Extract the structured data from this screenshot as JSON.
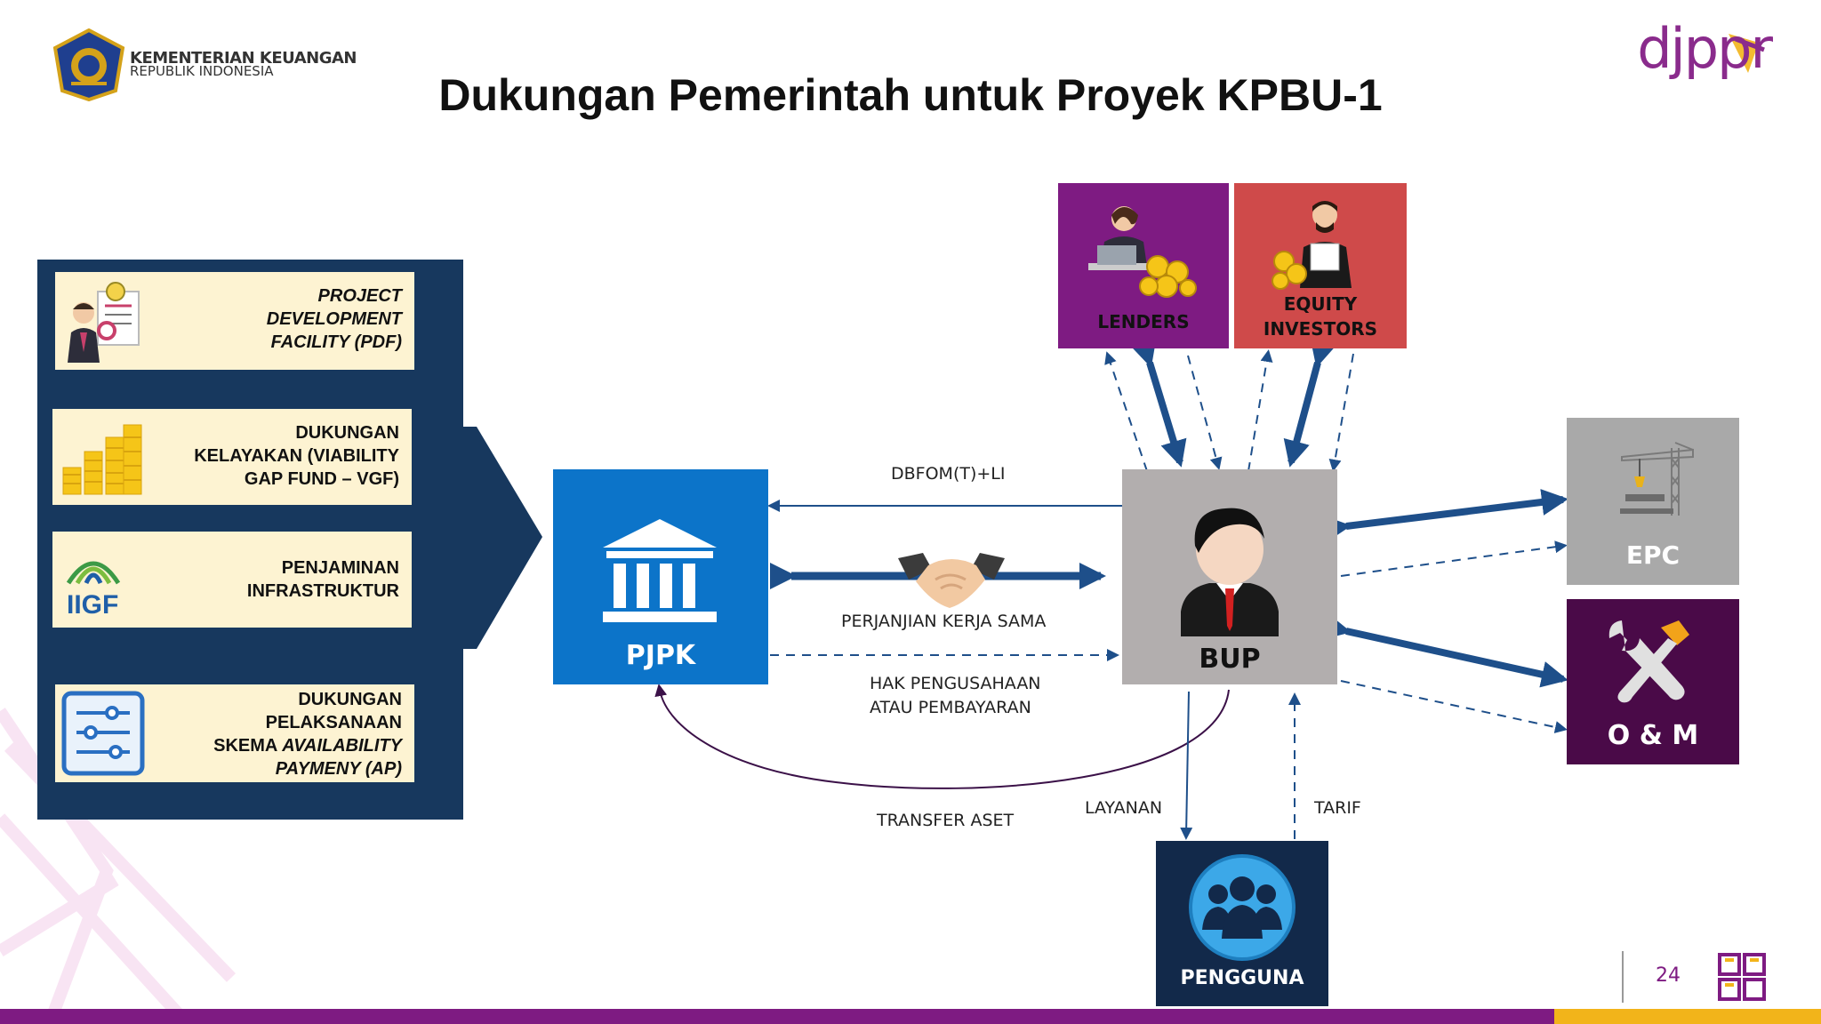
{
  "header": {
    "title": "Dukungan Pemerintah untuk Proyek KPBU-1",
    "ministry_line1": "KEMENTERIAN KEUANGAN",
    "ministry_line2": "REPUBLIK INDONESIA",
    "brand": "djppr"
  },
  "support_panel": {
    "items": [
      {
        "lines": [
          "PROJECT",
          "DEVELOPMENT",
          "FACILITY (PDF)"
        ],
        "icon": "consultant-document-icon"
      },
      {
        "lines": [
          "DUKUNGAN",
          "KELAYAKAN (VIABILITY",
          "GAP FUND – VGF)"
        ],
        "icon": "coin-stacks-icon"
      },
      {
        "lines": [
          "PENJAMINAN",
          "INFRASTRUKTUR"
        ],
        "icon": "iigf-logo",
        "logo_text": "IIGF"
      },
      {
        "lines": [
          "DUKUNGAN",
          "PELAKSANAAN",
          "SKEMA AVAILABILITY",
          "PAYMENY (AP)"
        ],
        "icon": "sliders-icon"
      }
    ]
  },
  "nodes": {
    "pjpk": "PJPK",
    "bup": "BUP",
    "lenders": "LENDERS",
    "equity_line1": "EQUITY",
    "equity_line2": "INVESTORS",
    "epc": "EPC",
    "om": "O & M",
    "pengguna": "PENGGUNA"
  },
  "edge_labels": {
    "dbfom": "DBFOM(T)+LI",
    "perjanjian": "PERJANJIAN KERJA SAMA",
    "hak_line1": "HAK PENGUSAHAAN",
    "hak_line2": "ATAU PEMBAYARAN",
    "transfer": "TRANSFER ASET",
    "layanan": "LAYANAN",
    "tarif": "TARIF"
  },
  "colors": {
    "panel": "#17385e",
    "pjpk": "#0c74c9",
    "bup": "#b2aeae",
    "lenders": "#7e1b82",
    "equity": "#cf4a4a",
    "epc": "#a9a9a9",
    "om": "#4a0a48",
    "pengguna": "#12294a",
    "arrow": "#1e4f8a",
    "footer_purple": "#7e1b82",
    "footer_yellow": "#f2b41a"
  },
  "footer": {
    "page_number": "24"
  }
}
